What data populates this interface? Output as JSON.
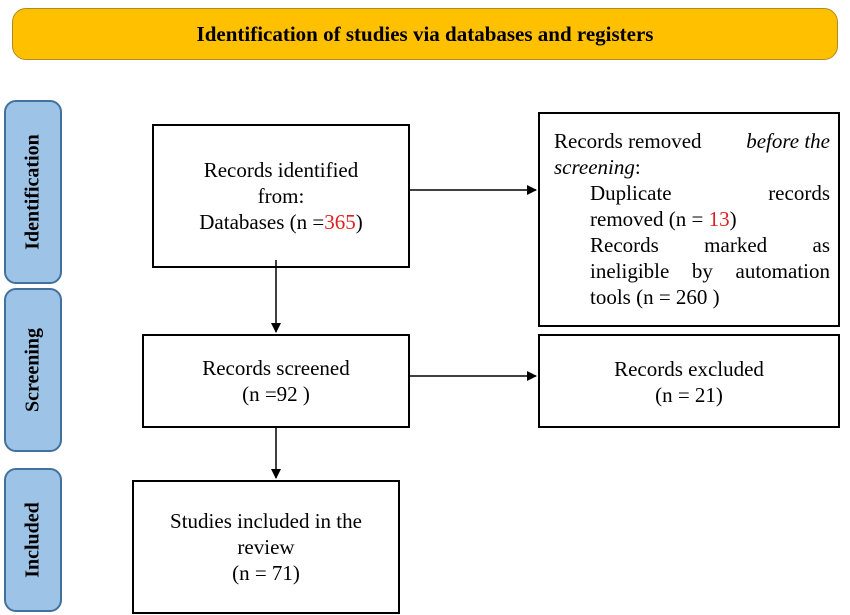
{
  "banner": "Identification of studies via databases and registers",
  "stages": {
    "identification": "Identification",
    "screening": "Screening",
    "included": "Included"
  },
  "identified": {
    "line1": "Records identified",
    "line2": "from:",
    "line3_prefix": "Databases (n =",
    "line3_value": "365",
    "line3_suffix": ")"
  },
  "removed": {
    "title_a": "Records removed",
    "title_b": "before the",
    "title_c": "screening",
    "title_d": ":",
    "dup_a": "Duplicate",
    "dup_b": "records",
    "dup_c_prefix": "removed (n = ",
    "dup_c_value": "13",
    "dup_c_suffix": ")",
    "inel_a": "Records",
    "inel_b": "marked",
    "inel_c": "as",
    "inel_d1": "ineligible",
    "inel_d2": "by",
    "inel_d3": "automation",
    "inel_e": "tools (n = 260 )"
  },
  "screened": {
    "line1": "Records screened",
    "line2": "(n =92 )"
  },
  "excluded": {
    "line1": "Records excluded",
    "line2": "(n = 21)"
  },
  "included": {
    "line1": "Studies included in the",
    "line2": "review",
    "line3": "(n = 71)"
  },
  "colors": {
    "banner": "#ffc000",
    "stage": "#9dc3e6",
    "highlight": "#e02020"
  }
}
